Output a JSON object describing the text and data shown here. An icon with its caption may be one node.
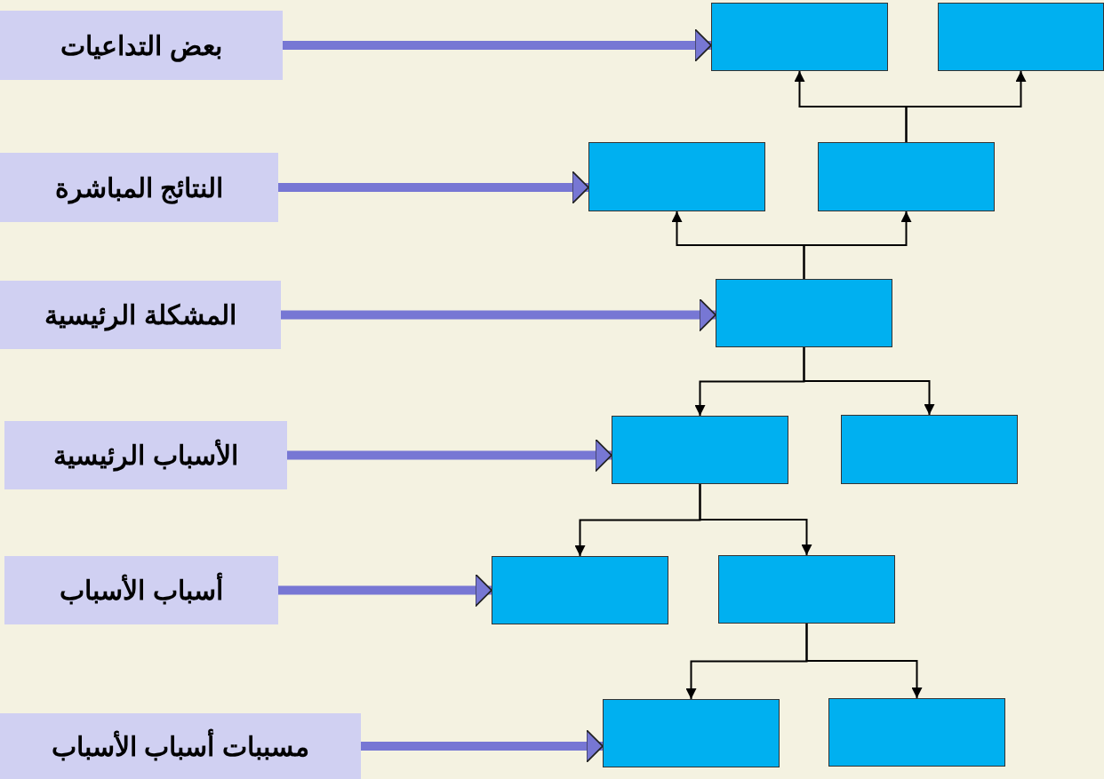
{
  "diagram": {
    "nodes": [
      {
        "text": [
          "بعض التداعيات"
        ]
      },
      {
        "text": [
          "النتائج المباشرة"
        ]
      },
      {
        "text": [
          "المشكلة الرئيسية"
        ]
      },
      {
        "text": [
          "الأسباب الرئيسية"
        ]
      },
      {
        "text": [
          "أسباب الأسباب"
        ]
      },
      {
        "text": [
          "مسببات أسباب الأسباب"
        ]
      },
      {
        "text": [],
        "shape": "box"
      },
      {
        "text": [],
        "shape": "box"
      },
      {
        "text": [],
        "shape": "box"
      },
      {
        "text": [],
        "shape": "box"
      },
      {
        "text": [],
        "shape": "box"
      },
      {
        "text": [],
        "shape": "box"
      },
      {
        "text": [],
        "shape": "box"
      },
      {
        "text": [],
        "shape": "box"
      },
      {
        "text": [],
        "shape": "box"
      },
      {
        "text": [],
        "shape": "box"
      },
      {
        "text": [],
        "shape": "box"
      }
    ],
    "edges": [
      {
        "from": 0,
        "to": 6,
        "arrow": "to",
        "style": "thick",
        "color": "#7777d4"
      },
      {
        "from": 1,
        "to": 8,
        "arrow": "to",
        "style": "thick",
        "color": "#7777d4"
      },
      {
        "from": 2,
        "to": 10,
        "arrow": "to",
        "style": "thick",
        "color": "#7777d4"
      },
      {
        "from": 3,
        "to": 11,
        "arrow": "to",
        "style": "thick",
        "color": "#7777d4"
      },
      {
        "from": 4,
        "to": 13,
        "arrow": "to",
        "style": "thick",
        "color": "#7777d4"
      },
      {
        "from": 5,
        "to": 15,
        "arrow": "to",
        "style": "thick",
        "color": "#7777d4"
      },
      {
        "from": 9,
        "to": 6,
        "arrow": "to"
      },
      {
        "from": 9,
        "to": 7,
        "arrow": "to"
      },
      {
        "from": 10,
        "to": 8,
        "arrow": "to"
      },
      {
        "from": 10,
        "to": 9,
        "arrow": "to"
      },
      {
        "from": 10,
        "to": 11,
        "arrow": "to"
      },
      {
        "from": 10,
        "to": 12,
        "arrow": "to"
      },
      {
        "from": 11,
        "to": 13,
        "arrow": "to"
      },
      {
        "from": 11,
        "to": 14,
        "arrow": "to"
      },
      {
        "from": 14,
        "to": 15,
        "arrow": "to"
      },
      {
        "from": 14,
        "to": 16,
        "arrow": "to"
      }
    ]
  }
}
